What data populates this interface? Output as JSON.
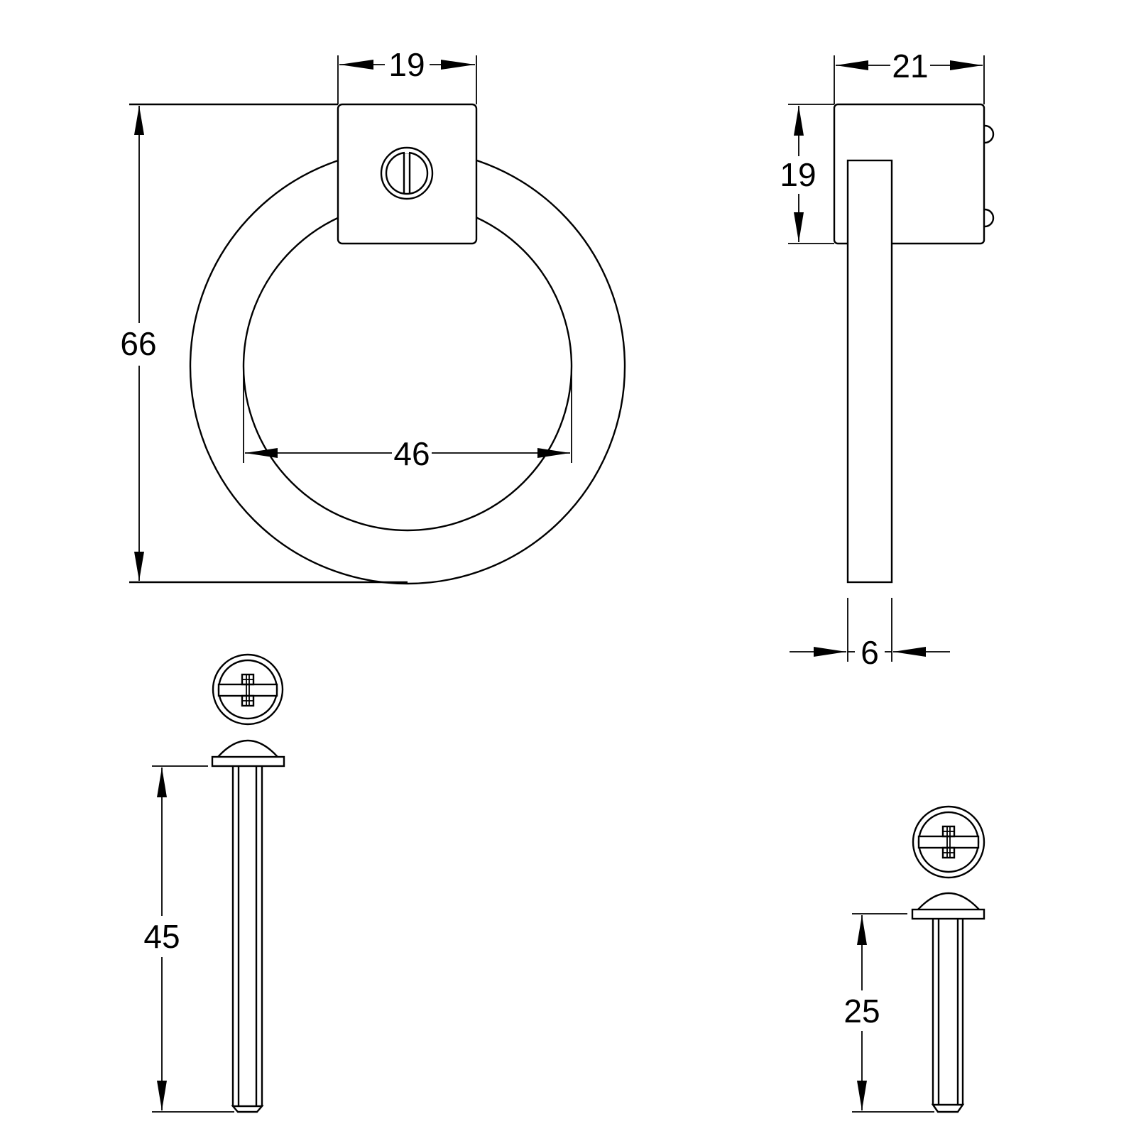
{
  "drawing": {
    "subject": "Ring pull handle with backplate and fixing screws",
    "colors": {
      "line": "#000000",
      "background": "#ffffff"
    },
    "views": {
      "front": {
        "dimensions": {
          "backplate_width": "19",
          "overall_height": "66",
          "ring_inner_diameter": "46"
        }
      },
      "side": {
        "dimensions": {
          "overall_depth": "21",
          "backplate_height": "19",
          "ring_thickness": "6"
        }
      },
      "screws": [
        {
          "id": "long",
          "length": "45"
        },
        {
          "id": "short",
          "length": "25"
        }
      ]
    }
  }
}
